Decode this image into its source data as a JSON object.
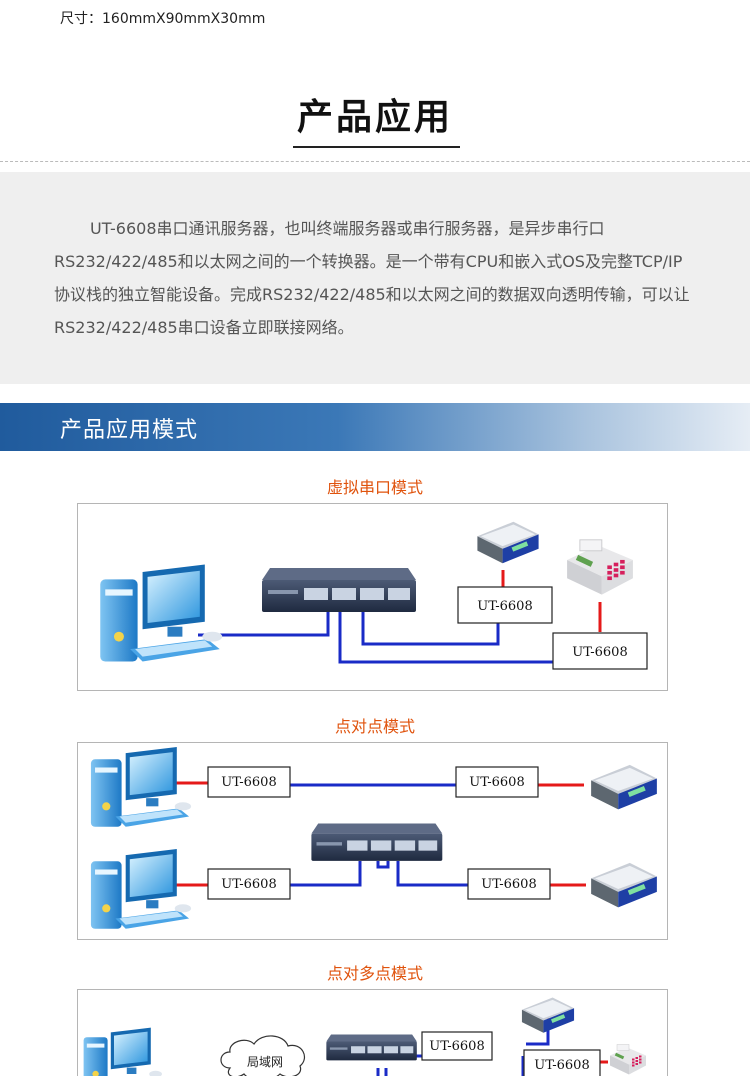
{
  "spec": {
    "size_text": "尺寸：160mmX90mmX30mm"
  },
  "section": {
    "title": "产品应用",
    "intro": "UT-6608串口通讯服务器，也叫终端服务器或串行服务器，是异步串行口RS232/422/485和以太网之间的一个转换器。是一个带有CPU和嵌入式OS及完整TCP/IP协议栈的独立智能设备。完成RS232/422/485和以太网之间的数据双向透明传输，可以让RS232/422/485串口设备立即联接网络。"
  },
  "band": {
    "title": "产品应用模式"
  },
  "modes": [
    {
      "title": "虚拟串口模式",
      "labels": [
        "UT-6608",
        "UT-6608"
      ]
    },
    {
      "title": "点对点模式",
      "labels": [
        "UT-6608",
        "UT-6608",
        "UT-6608",
        "UT-6608"
      ]
    },
    {
      "title": "点对多点模式",
      "labels": [
        "UT-6608",
        "UT-6608"
      ],
      "cloud_label": "局域网"
    }
  ],
  "colors": {
    "accent": "#e0530d",
    "blue_line": "#1a2bc7",
    "red_line": "#e51a1a",
    "band": "#205b9d"
  },
  "icons": [
    "desktop-computer-icon",
    "network-switch-icon",
    "weighing-scale-icon",
    "pos-terminal-icon",
    "lan-cloud-icon"
  ]
}
